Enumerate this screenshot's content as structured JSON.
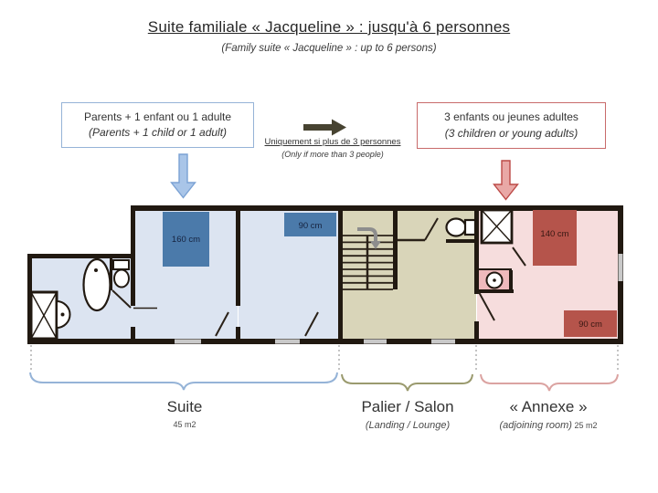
{
  "header": {
    "title": "Suite familiale « Jacqueline » : jusqu'à 6 personnes",
    "subtitle": "(Family suite « Jacqueline » : up to 6 persons)"
  },
  "callouts": {
    "left": {
      "line1": "Parents + 1 enfant ou 1 adulte",
      "line2": "(Parents + 1 child or 1 adult)",
      "border_color": "#95b3d7"
    },
    "middle": {
      "line1": "Uniquement si plus de 3 personnes",
      "line2": "(Only if more than 3 people)",
      "arrow_color": "#474331"
    },
    "right": {
      "line1": "3 enfants ou jeunes adultes",
      "line2": "(3 children or young adults)",
      "border_color": "#c86b6b"
    }
  },
  "plan": {
    "colors": {
      "suite_room": "#dce4f1",
      "palier_room": "#d9d5b9",
      "annexe_room": "#f6dddd",
      "niche": "#efb9bc",
      "wall": "#211911",
      "window": "#c9c9c9"
    },
    "beds": [
      {
        "label": "160 cm",
        "color": "#4b7aaa",
        "label_color": "#16233f"
      },
      {
        "label": "90 cm",
        "color": "#4b7aaa",
        "label_color": "#16233f"
      },
      {
        "label": "140 cm",
        "color": "#b5544b",
        "label_color": "#371712"
      },
      {
        "label": "90 cm",
        "color": "#b5544b",
        "label_color": "#371712"
      }
    ],
    "icons": [
      "shower-icon",
      "washbasin-icon",
      "bathtub-icon",
      "toilet-icon",
      "stairs-icon",
      "stairs-direction-arrow-icon",
      "toilet-icon",
      "shower-icon",
      "washbasin-icon"
    ]
  },
  "sections": [
    {
      "label": "Suite",
      "sublabel_italic": "",
      "area": "45 m2",
      "brace_color": "#95b3d7"
    },
    {
      "label": "Palier / Salon",
      "sublabel_italic": "(Landing / Lounge)",
      "area": "",
      "brace_color": "#9a9a6e"
    },
    {
      "label": "« Annexe »",
      "sublabel_italic": "(adjoining room)",
      "area": "25 m2",
      "brace_color": "#dba3a1"
    }
  ]
}
